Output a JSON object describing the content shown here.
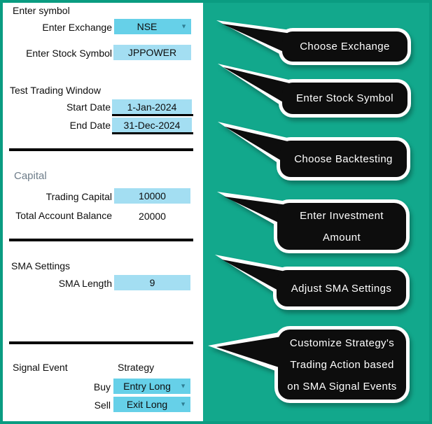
{
  "colors": {
    "teal_background": "#12a88c",
    "frame_border": "#0a9c81",
    "panel_background": "#ffffff",
    "dropdown_fill": "#66d0e8",
    "input_fill": "#a3def2",
    "callout_fill": "#0d0d0d",
    "callout_border": "#ffffff",
    "divider": "#000000",
    "section_heading": "#6e7d8a",
    "chevron": "#2f7e93"
  },
  "form": {
    "symbol_section": {
      "title": "Enter symbol",
      "exchange_label": "Enter Exchange",
      "exchange_value": "NSE",
      "stock_label": "Enter Stock Symbol",
      "stock_value": "JPPOWER"
    },
    "window_section": {
      "title": "Test Trading Window",
      "start_label": "Start Date",
      "start_value": "1-Jan-2024",
      "end_label": "End Date",
      "end_value": "31-Dec-2024"
    },
    "capital_section": {
      "title": "Capital",
      "trading_capital_label": "Trading Capital",
      "trading_capital_value": "10000",
      "balance_label": "Total Account Balance",
      "balance_value": "20000"
    },
    "sma_section": {
      "title": "SMA Settings",
      "length_label": "SMA Length",
      "length_value": "9"
    },
    "signal_section": {
      "event_label": "Signal Event",
      "strategy_label": "Strategy",
      "buy_label": "Buy",
      "buy_value": "Entry Long",
      "sell_label": "Sell",
      "sell_value": "Exit Long"
    }
  },
  "callouts": [
    {
      "lines": [
        "Choose Exchange"
      ]
    },
    {
      "lines": [
        "Enter Stock Symbol"
      ]
    },
    {
      "lines": [
        "Choose Backtesting"
      ]
    },
    {
      "lines": [
        "Enter Investment",
        "Amount"
      ]
    },
    {
      "lines": [
        "Adjust SMA Settings"
      ]
    },
    {
      "lines": [
        "Customize Strategy's",
        "Trading Action based",
        "on SMA Signal Events"
      ]
    }
  ],
  "icons": {
    "chevron_down": "▼"
  }
}
